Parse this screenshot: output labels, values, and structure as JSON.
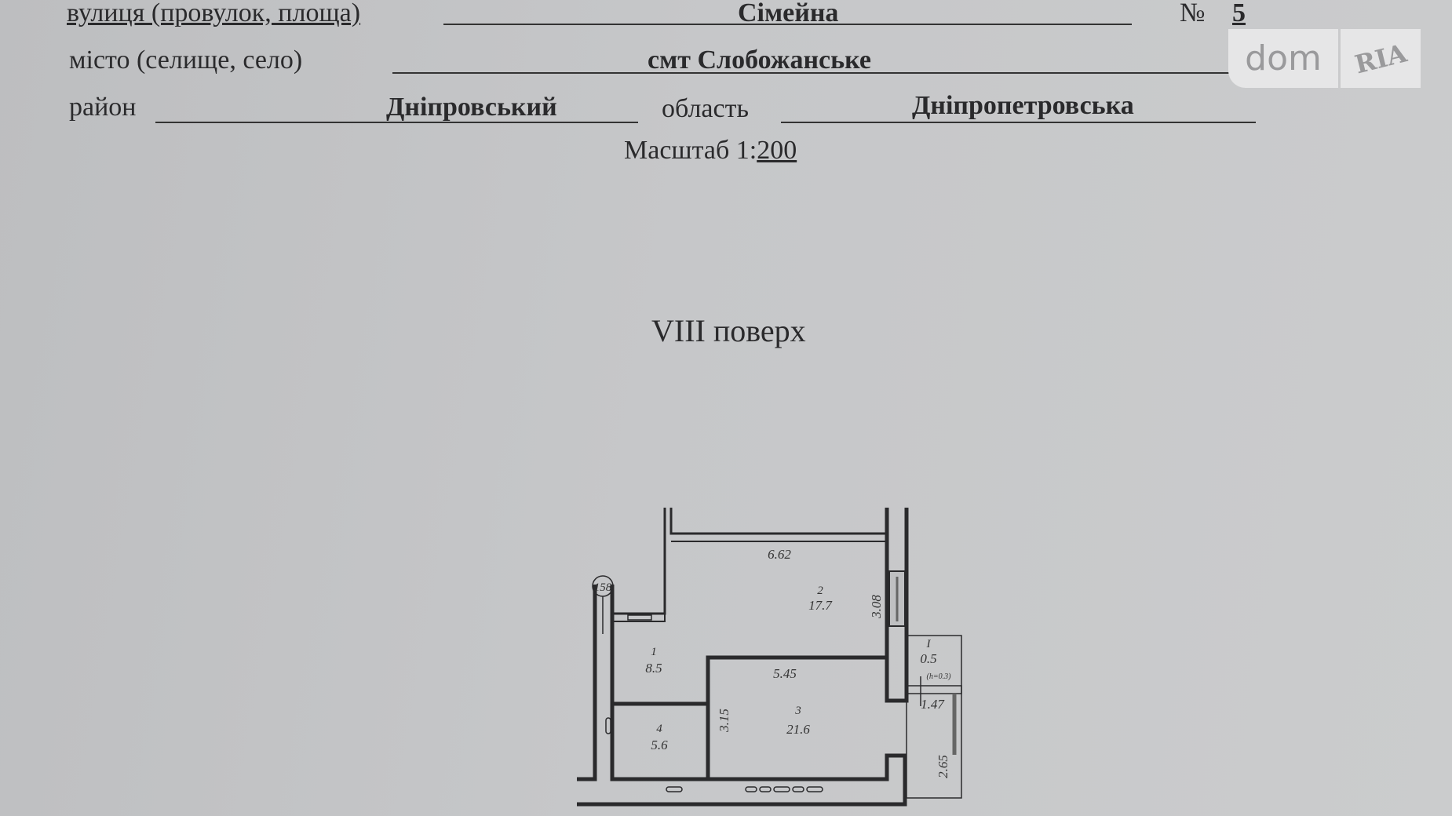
{
  "header": {
    "street_label": "вулиця (провулок, площа)",
    "street_value": "Сімейна",
    "number_label": "№",
    "number_value": "5",
    "city_label": "місто (селище, село)",
    "city_value": "смт Слобожанське",
    "district_label": "район",
    "district_value": "Дніпровський",
    "region_label": "область",
    "region_value": "Дніпропетровська",
    "scale_label": "Масштаб 1:",
    "scale_value": "200"
  },
  "floor_title": "VIII поверх",
  "logo": {
    "left": "dom",
    "right": "RIA"
  },
  "plan": {
    "marker": "158",
    "dims": {
      "top": "6.62",
      "right_upper": "3.08",
      "mid": "5.45",
      "left_mid": "3.15",
      "balcony_w": "1.47",
      "balcony_h": "2.65",
      "sill": "(h=0.3)"
    },
    "rooms": [
      {
        "num": "1",
        "area": "8.5"
      },
      {
        "num": "2",
        "area": "17.7"
      },
      {
        "num": "3",
        "area": "21.6"
      },
      {
        "num": "4",
        "area": "5.6"
      },
      {
        "num": "I",
        "area": "0.5"
      }
    ]
  }
}
